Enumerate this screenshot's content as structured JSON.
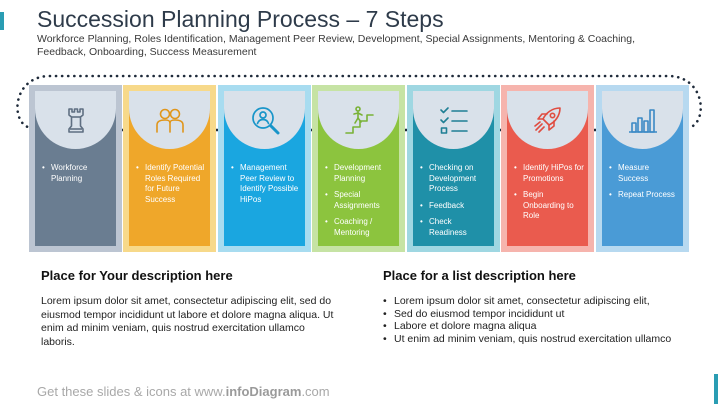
{
  "header": {
    "title": "Succession Planning Process – 7 Steps",
    "subtitle": "Workforce Planning, Roles Identification, Management Peer Review, Development, Special Assignments, Mentoring & Coaching, Feedback, Onboarding, Success Measurement"
  },
  "steps": [
    {
      "icon": "chess-rook-icon",
      "items": [
        "Workforce Planning"
      ]
    },
    {
      "icon": "people-icon",
      "items": [
        "Identify Potential Roles Required for Future Success"
      ]
    },
    {
      "icon": "person-search-icon",
      "items": [
        "Management Peer Review to Identify Possible HiPos"
      ]
    },
    {
      "icon": "stairs-climb-icon",
      "items": [
        "Development Planning",
        "Special Assignments",
        "Coaching / Mentoring"
      ]
    },
    {
      "icon": "checklist-icon",
      "items": [
        "Checking on Development Process",
        "Feedback",
        "Check Readiness"
      ]
    },
    {
      "icon": "rocket-icon",
      "items": [
        "Identify HiPos for Promotions",
        "Begin Onboarding to Role"
      ]
    },
    {
      "icon": "bar-chart-icon",
      "items": [
        "Measure Success",
        "Repeat Process"
      ]
    }
  ],
  "left_description": {
    "title": "Place for Your description here",
    "text": "Lorem ipsum dolor sit amet, consectetur adipiscing elit, sed do eiusmod tempor incididunt ut labore et dolore magna aliqua. Ut enim ad minim veniam, quis nostrud exercitation ullamco laboris."
  },
  "right_description": {
    "title": "Place for a list description here",
    "items": [
      "Lorem ipsum dolor sit amet, consectetur adipiscing elit,",
      "Sed do eiusmod tempor incididunt ut",
      "Labore et dolore magna aliqua",
      "Ut enim ad minim veniam, quis nostrud exercitation ullamco"
    ]
  },
  "footer": {
    "prefix": "Get these slides & icons at www.",
    "brand": "infoDiagram",
    "suffix": ".com"
  },
  "colors": {
    "step1": "#6a7d91",
    "step2": "#efa72a",
    "step3": "#1aa6e0",
    "step4": "#8cc43e",
    "step5": "#1f90a8",
    "step6": "#ea5b4e",
    "step7": "#4a9bd6",
    "icon_stroke": "#1f90a8",
    "arrow": "#1e2a3a"
  }
}
